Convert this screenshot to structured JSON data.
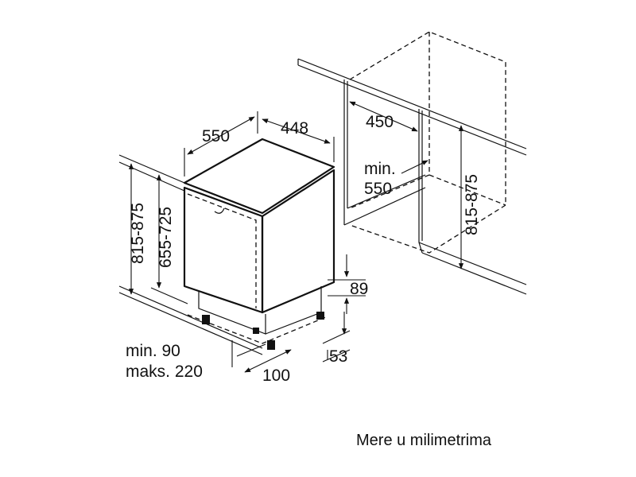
{
  "labels": {
    "depth_550": "550",
    "width_448": "448",
    "niche_450": "450",
    "min_label": "min.",
    "niche_depth_550": "550",
    "niche_height": "815-875",
    "total_height": "815-875",
    "body_height": "655-725",
    "plinth_89": "89",
    "foot_53": "53",
    "foot_100": "100",
    "min_90": "min. 90",
    "max_220": "maks. 220"
  },
  "caption": "Mere u milimetrima"
}
